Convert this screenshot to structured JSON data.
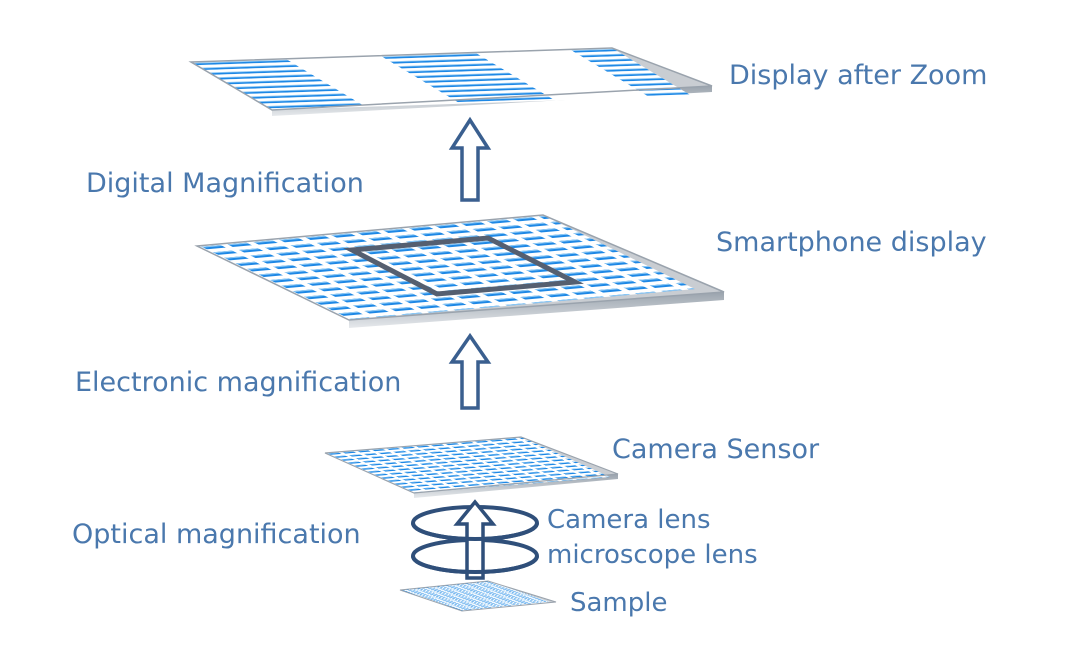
{
  "labels": {
    "display_after_zoom": "Display after Zoom",
    "digital_magnification": "Digital Magnification",
    "smartphone_display": "Smartphone display",
    "electronic_magnification": "Electronic magnification",
    "camera_sensor": "Camera Sensor",
    "optical_magnification": "Optical magnification",
    "camera_lens": "Camera lens",
    "microscope_lens": "microscope lens",
    "sample": "Sample"
  },
  "colors": {
    "text": "#4a78ad",
    "pixel": "#1e88e5",
    "pixel_light": "#8cc8f5",
    "frame": "#555f70",
    "arrow": "#3a5f8f"
  }
}
